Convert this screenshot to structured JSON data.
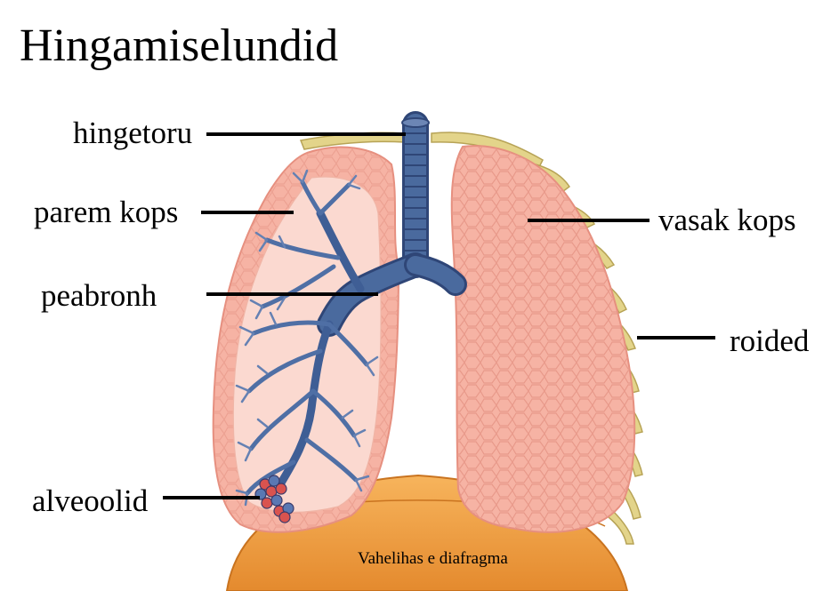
{
  "title": "Hingamiselundid",
  "labels": {
    "trachea": "hingetoru",
    "right_lung": "parem kops",
    "main_bronchus": "peabronh",
    "left_lung": "vasak kops",
    "ribs": "roided",
    "alveoli": "alveoolid",
    "diaphragm": "Vahelihas e diafragma"
  },
  "colors": {
    "lung_fill": "#f6b3a4",
    "lung_inner": "#fbd9d0",
    "lung_outline": "#e68f7f",
    "airway": "#4a6a9e",
    "airway_dark": "#2f4677",
    "rib": "#e3d48a",
    "diaphragm": "#f2a24a",
    "leader_line": "#000000"
  }
}
